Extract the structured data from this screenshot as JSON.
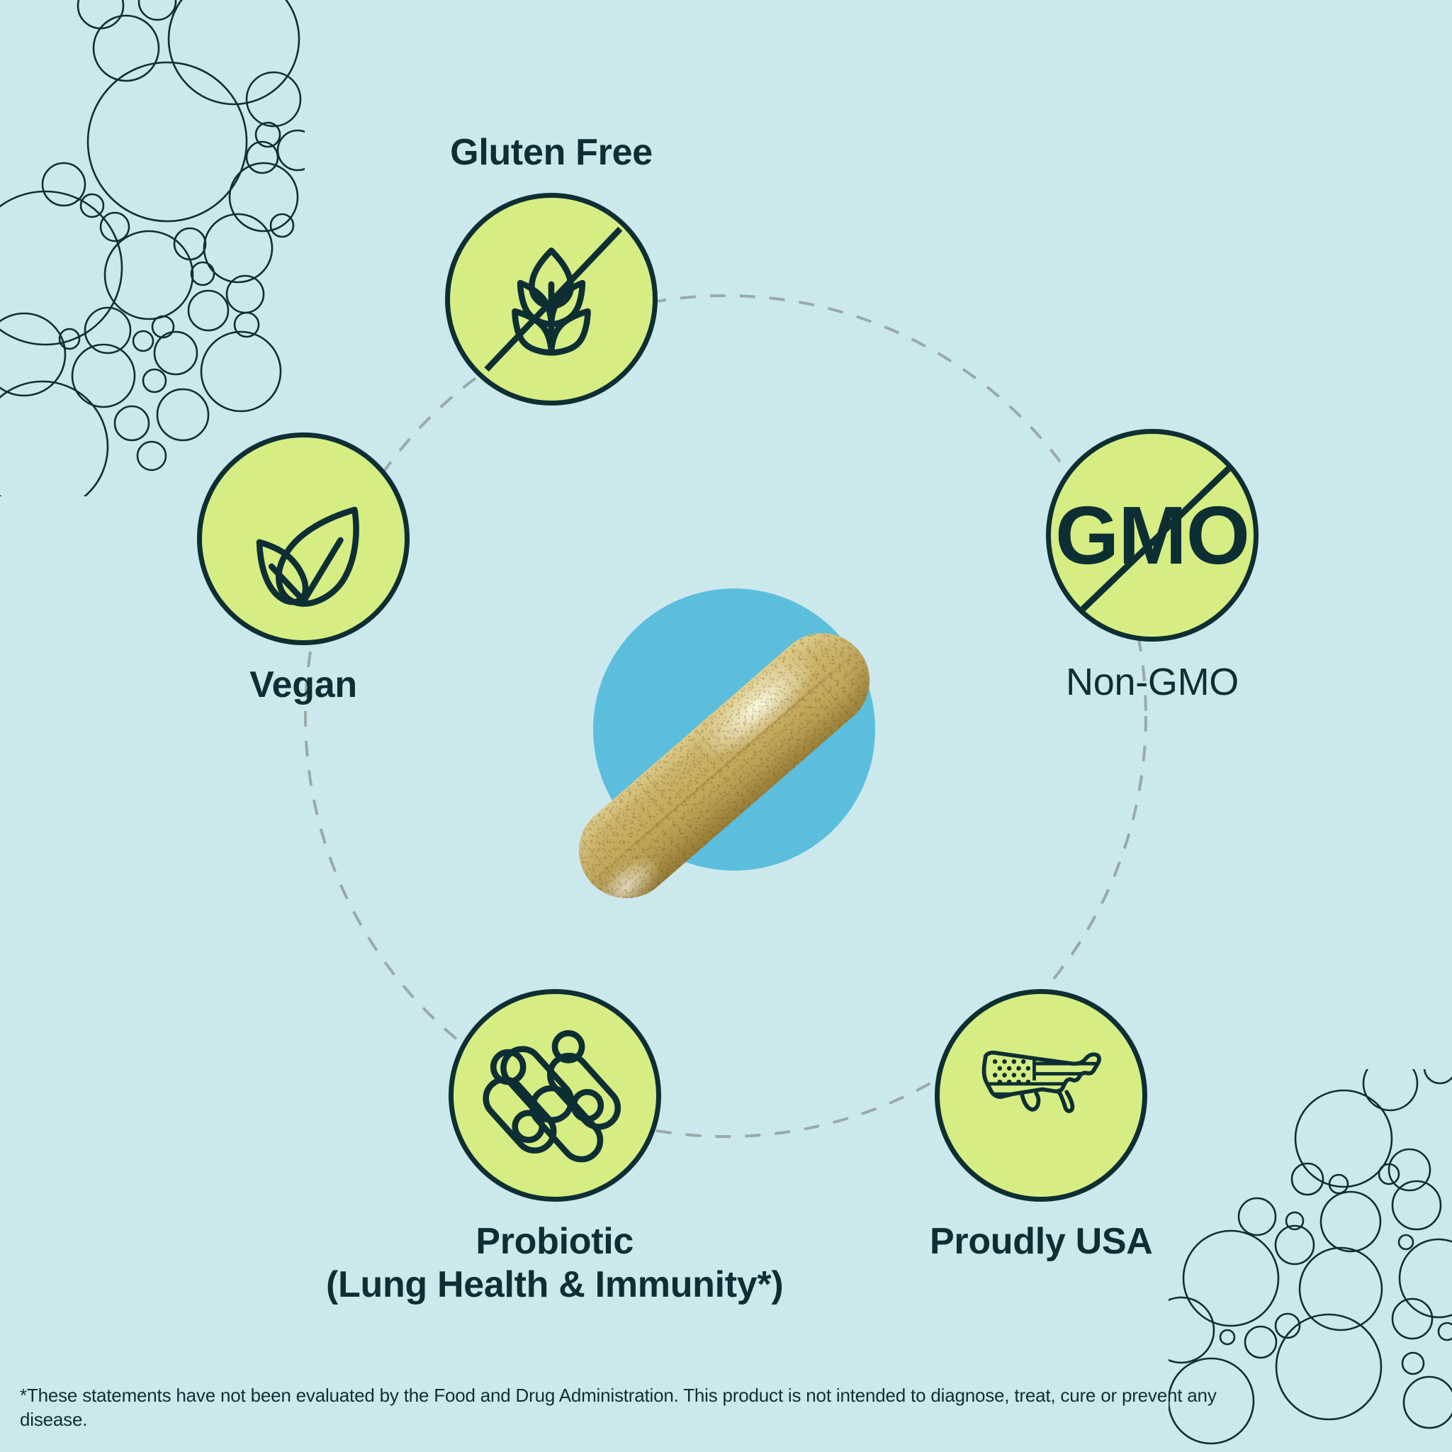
{
  "theme": {
    "background_color": "#cbe9ed",
    "badge_fill_color": "#d6ed84",
    "stroke_color": "#0d2f33",
    "accent_blue": "#5bbedc",
    "capsule_color": "#c2a85c",
    "dashed_line_color": "#9aa9a9"
  },
  "badges": [
    {
      "id": "gluten-free",
      "label": "Gluten Free",
      "label_position": "above",
      "label_weight": "bold",
      "icon": "wheat-stalk-crossed-out-icon"
    },
    {
      "id": "vegan",
      "label": "Vegan",
      "label_position": "below",
      "label_weight": "bold",
      "icon": "two-leaves-icon"
    },
    {
      "id": "non-gmo",
      "label": "Non-GMO",
      "label_position": "below",
      "label_weight": "regular",
      "icon": "gmo-crossed-out-icon",
      "icon_text": "GMO"
    },
    {
      "id": "probiotic",
      "label_line_1": "Probiotic",
      "label_line_2": "(Lung Health & Immunity*)",
      "label_position": "below",
      "label_weight": "bold",
      "icon": "probiotic-bacteria-icon"
    },
    {
      "id": "proudly-usa",
      "label": "Proudly USA",
      "label_position": "below",
      "label_weight": "bold",
      "icon": "usa-map-flag-icon"
    }
  ],
  "product": {
    "icon": "supplement-capsule-image",
    "backdrop": "blue-circle-backdrop"
  },
  "footnote": {
    "text": "*These statements have not been evaluated by the Food and Drug Administration. This product is not intended to diagnose, treat, cure or prevent any disease."
  },
  "decoration": {
    "top_left": "bubble-pattern",
    "bottom_right": "bubble-pattern"
  }
}
